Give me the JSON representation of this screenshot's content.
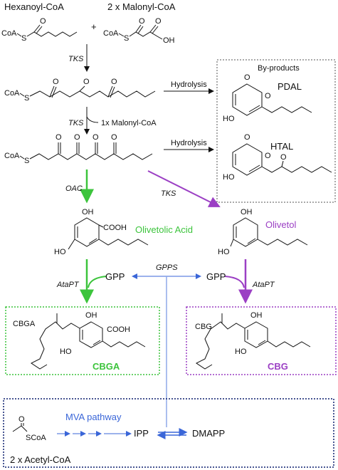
{
  "header": {
    "hexanoyl": "Hexanoyl-CoA",
    "malonyl": "2 x Malonyl-CoA",
    "plus": "+"
  },
  "atoms": {
    "coa": "CoA",
    "s": "S",
    "o": "O",
    "oh": "OH",
    "ho": "HO",
    "cooh": "COOH",
    "scoa": "SCoA"
  },
  "enzymes": {
    "tks": "TKS",
    "oac": "OAC",
    "atapt": "AtaPT",
    "gpps": "GPPS",
    "one_malonyl": "1x Malonyl-CoA",
    "hydrolysis": "Hydrolysis"
  },
  "byproducts": {
    "title": "By-products",
    "pdal": "PDAL",
    "htal": "HTAL"
  },
  "products": {
    "olivetolic_acid": "Olivetolic Acid",
    "olivetol": "Olivetol",
    "gpp": "GPP",
    "cbga_label": "CBGA",
    "cbga_name": "CBGA",
    "cbg_label": "CBG",
    "cbg_name": "CBG"
  },
  "mva": {
    "pathway": "MVA pathway",
    "ipp": "IPP",
    "dmapp": "DMAPP",
    "acetyl": "2 x Acetyl-CoA"
  },
  "colors": {
    "green": "#3cc43c",
    "purple": "#9b3fc4",
    "blue": "#3a66d8",
    "navy": "#0b1f6e",
    "pale_blue": "#8fa8e8"
  }
}
